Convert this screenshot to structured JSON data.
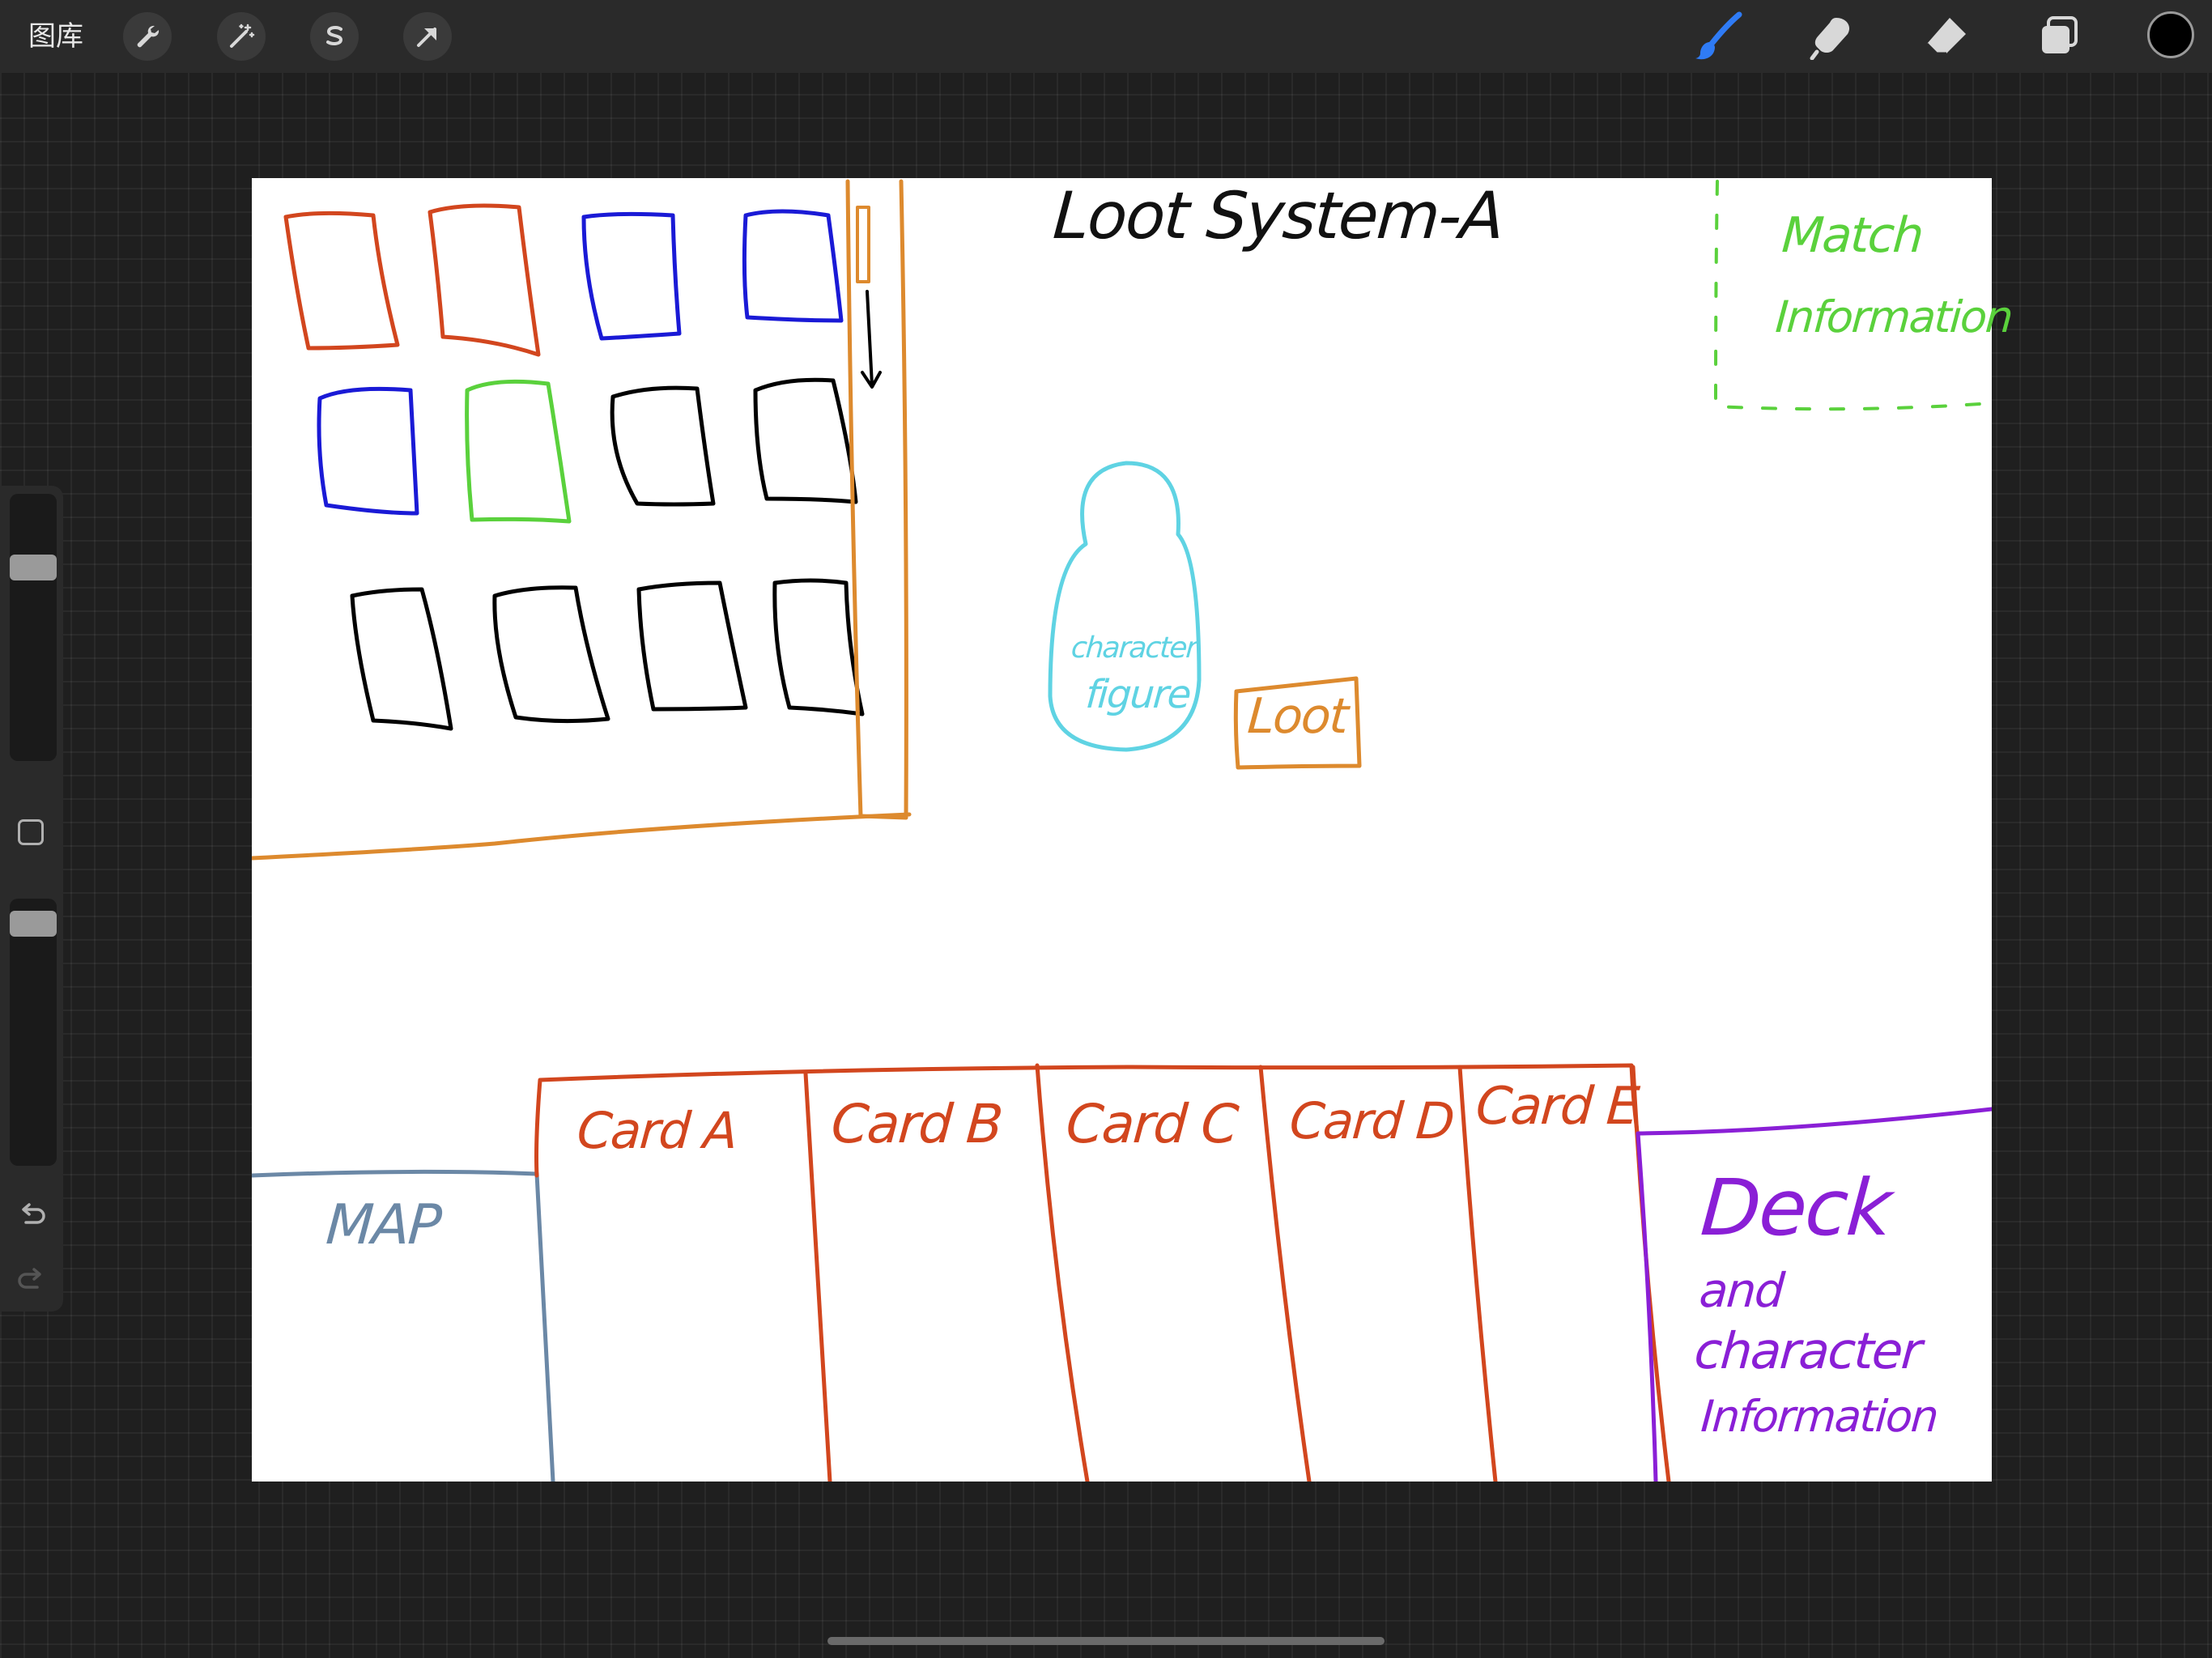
{
  "toolbar": {
    "gallery_label": "图库",
    "left_tools": [
      "wrench-icon",
      "magic-wand-icon",
      "selection-s-icon",
      "transform-arrow-icon"
    ],
    "right_tools": [
      "brush-icon",
      "smudge-icon",
      "eraser-icon",
      "layers-icon"
    ],
    "active_tool": "brush",
    "active_color": "#000000"
  },
  "sidebar": {
    "brush_size": 0.25,
    "opacity": 0.05
  },
  "sketch": {
    "title": "Loot System-A",
    "match_info_line1": "Match",
    "match_info_line2": "Information",
    "character_line1": "character",
    "character_line2": "figure",
    "loot_label": "Loot",
    "map_label": "MAP",
    "cards": [
      "Card A",
      "Card B",
      "Card C",
      "Card D",
      "Card E"
    ],
    "deck_line1": "Deck",
    "deck_line2": "and",
    "deck_line3": "character",
    "deck_line4": "Information"
  },
  "colors": {
    "accent_blue": "#2f7bf5",
    "stroke_red": "#d2461e",
    "stroke_orange": "#dd8a2e",
    "stroke_blue": "#1a1ad6",
    "stroke_green": "#5ad13c",
    "stroke_cyan": "#5fd3e3",
    "stroke_slate": "#6b88a6",
    "stroke_purple": "#8a1fd6"
  }
}
